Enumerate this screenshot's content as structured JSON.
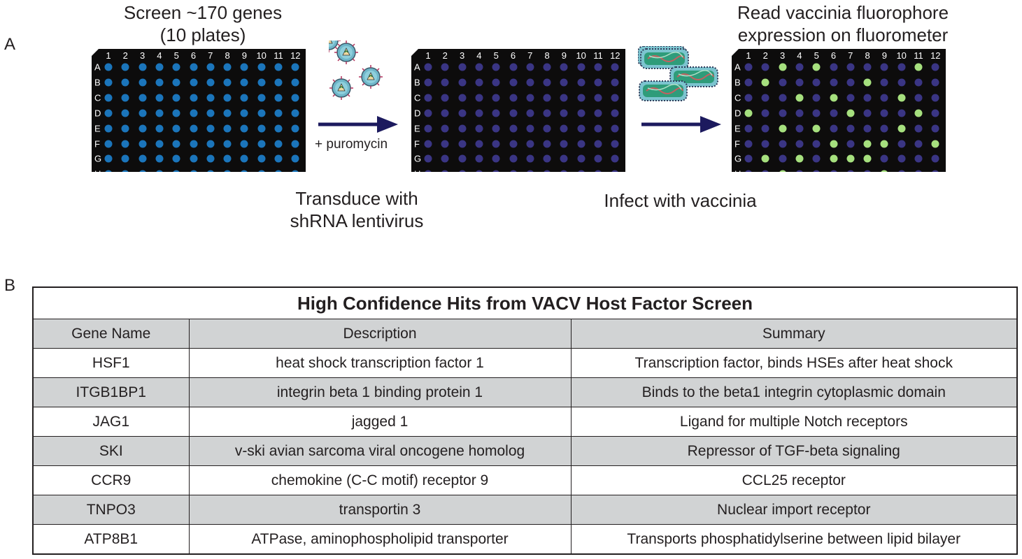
{
  "panels": {
    "a": "A",
    "b": "B"
  },
  "step1_label": "Screen ~170 genes\n(10 plates)",
  "step2_label": "Transduce with\nshRNA lentivirus",
  "step2_arrow_label": "+ puromycin",
  "step3_label": "Infect with vaccinia",
  "step4_label": "Read vaccinia fluorophore\nexpression on fluorometer",
  "plate_columns": [
    "1",
    "2",
    "3",
    "4",
    "5",
    "6",
    "7",
    "8",
    "9",
    "10",
    "11",
    "12"
  ],
  "plate_rows": [
    "A",
    "B",
    "C",
    "D",
    "E",
    "F",
    "G",
    "H"
  ],
  "colors": {
    "plate": "#0d0c0c",
    "well_initial": "#1b75bb",
    "well_transduced": "#3a3584",
    "well_hit": "#a6e07e",
    "arrow": "#1c1a5e",
    "table_shade": "#d1d3d4"
  },
  "hit_wells": [
    "A3",
    "A5",
    "A11",
    "B2",
    "B8",
    "C4",
    "C6",
    "C10",
    "D1",
    "D7",
    "D11",
    "E3",
    "E5",
    "E10",
    "F6",
    "F8",
    "F9",
    "F12",
    "G2",
    "G4",
    "G6",
    "G7",
    "G8",
    "H3",
    "H9"
  ],
  "table": {
    "title": "High Confidence Hits from VACV Host Factor Screen",
    "headers": [
      "Gene Name",
      "Description",
      "Summary"
    ],
    "rows": [
      [
        "HSF1",
        "heat shock transcription factor 1",
        "Transcription factor, binds HSEs after heat shock"
      ],
      [
        "ITGB1BP1",
        "integrin beta 1 binding protein 1",
        "Binds to the beta1 integrin cytoplasmic domain"
      ],
      [
        "JAG1",
        "jagged 1",
        "Ligand for multiple Notch receptors"
      ],
      [
        "SKI",
        "v-ski avian sarcoma viral oncogene homolog",
        "Repressor of TGF-beta signaling"
      ],
      [
        "CCR9",
        "chemokine (C-C motif) receptor 9",
        "CCL25 receptor"
      ],
      [
        "TNPO3",
        "transportin 3",
        "Nuclear import receptor"
      ],
      [
        "ATP8B1",
        "ATPase, aminophospholipid transporter",
        "Transports phosphatidylserine between lipid bilayer"
      ]
    ]
  }
}
